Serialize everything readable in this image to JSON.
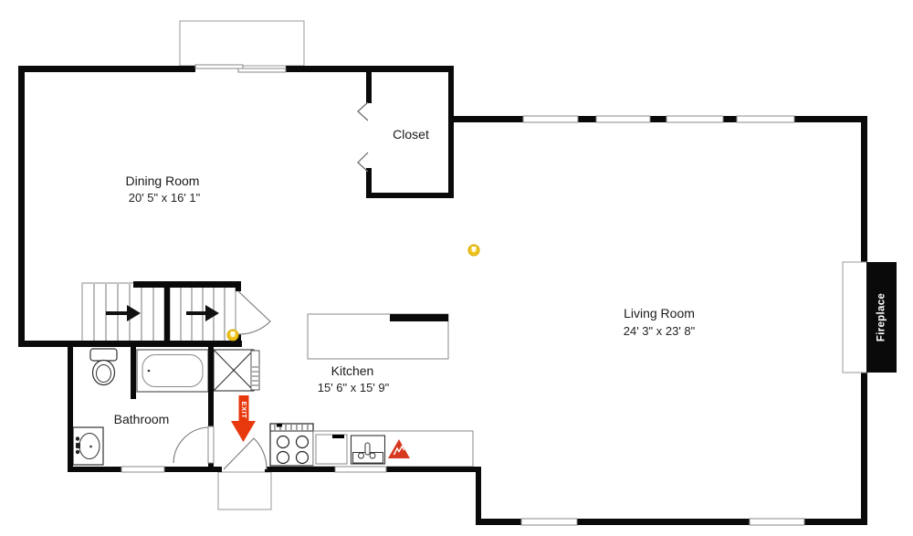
{
  "rooms": {
    "dining": {
      "label": "Dining Room",
      "size": "20' 5\" x 16' 1\""
    },
    "closet": {
      "label": "Closet"
    },
    "living": {
      "label": "Living Room",
      "size": "24' 3\" x 23' 8\""
    },
    "kitchen": {
      "label": "Kitchen",
      "size": "15' 6\" x 15' 9\""
    },
    "bathroom": {
      "label": "Bathroom"
    }
  },
  "fixtures": {
    "fireplace_label": "Fireplace",
    "exit_sign_label": "EXIT"
  },
  "icons": {
    "stair_direction": "right-arrow",
    "exit": "red-down-arrow-exit-sign",
    "hazard": "red-warning-triangle",
    "ceiling_light": "yellow-light-dot"
  },
  "colors": {
    "wall": "#0a0a0a",
    "exit_red": "#e8380e",
    "warning_red": "#d6391f",
    "light_yellow": "#eec31d",
    "light_yellow_ring": "#d4a900",
    "fixture_outline": "#8a8a8a"
  }
}
